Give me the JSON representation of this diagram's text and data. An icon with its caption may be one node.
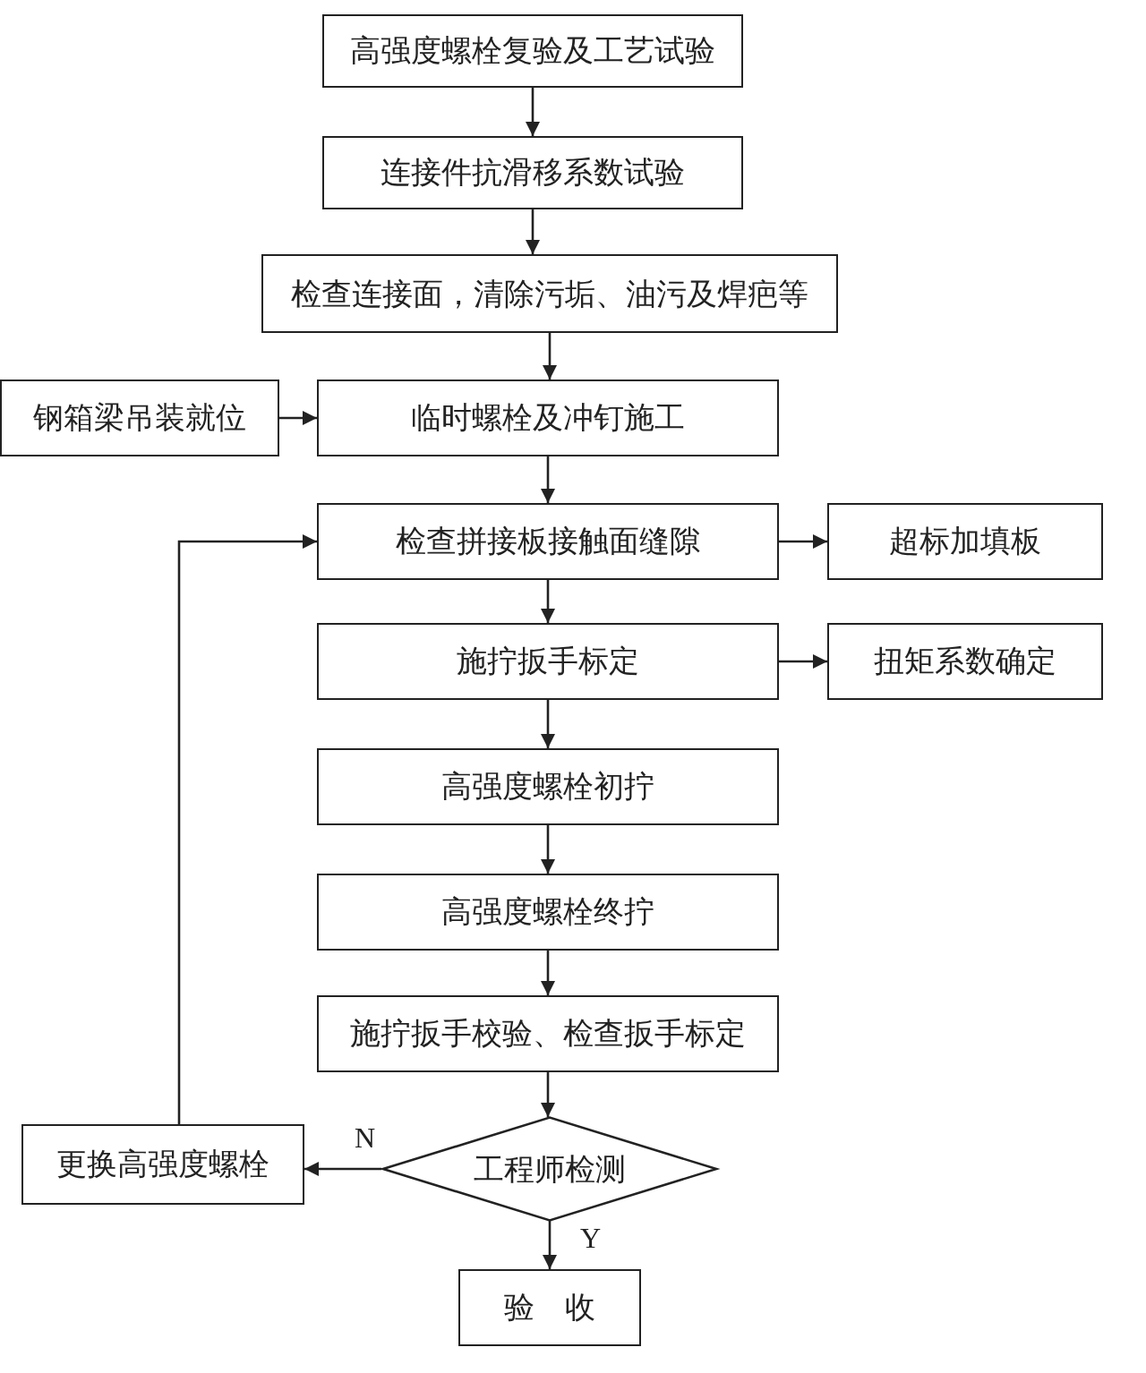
{
  "diagram": {
    "nodes": [
      {
        "text": [
          "高强度螺栓复验及工艺试验"
        ]
      },
      {
        "text": [
          "连接件抗滑移系数试验"
        ]
      },
      {
        "text": [
          "检查连接面，清除污垢、油污及焊疤等"
        ]
      },
      {
        "text": [
          "钢箱梁吊装就位"
        ]
      },
      {
        "text": [
          "临时螺栓及冲钉施工"
        ]
      },
      {
        "text": [
          "检查拼接板接触面缝隙"
        ]
      },
      {
        "text": [
          "超标加填板"
        ]
      },
      {
        "text": [
          "施拧扳手标定"
        ]
      },
      {
        "text": [
          "扭矩系数确定"
        ]
      },
      {
        "text": [
          "高强度螺栓初拧"
        ]
      },
      {
        "text": [
          "高强度螺栓终拧"
        ]
      },
      {
        "text": [
          "施拧扳手校验、检查扳手标定"
        ]
      },
      {
        "text": [
          "更换高强度螺栓"
        ]
      },
      {
        "text": [
          "工程师检测"
        ]
      },
      {
        "text": [
          "验　收"
        ]
      }
    ],
    "edges": [
      {
        "from": 0,
        "to": 1,
        "arrow": "to"
      },
      {
        "from": 1,
        "to": 2,
        "arrow": "to"
      },
      {
        "from": 2,
        "to": 4,
        "arrow": "to"
      },
      {
        "from": 3,
        "to": 4,
        "arrow": "to"
      },
      {
        "from": 4,
        "to": 5,
        "arrow": "to"
      },
      {
        "from": 5,
        "to": 6,
        "arrow": "to"
      },
      {
        "from": 5,
        "to": 7,
        "arrow": "to"
      },
      {
        "from": 7,
        "to": 8,
        "arrow": "to"
      },
      {
        "from": 7,
        "to": 9,
        "arrow": "to"
      },
      {
        "from": 9,
        "to": 10,
        "arrow": "to"
      },
      {
        "from": 10,
        "to": 11,
        "arrow": "to"
      },
      {
        "from": 11,
        "to": 13,
        "arrow": "to"
      },
      {
        "from": 13,
        "to": 12,
        "arrow": "to",
        "label": "N"
      },
      {
        "from": 12,
        "to": 5,
        "arrow": "to"
      },
      {
        "from": 13,
        "to": 14,
        "arrow": "to",
        "label": "Y"
      }
    ]
  }
}
